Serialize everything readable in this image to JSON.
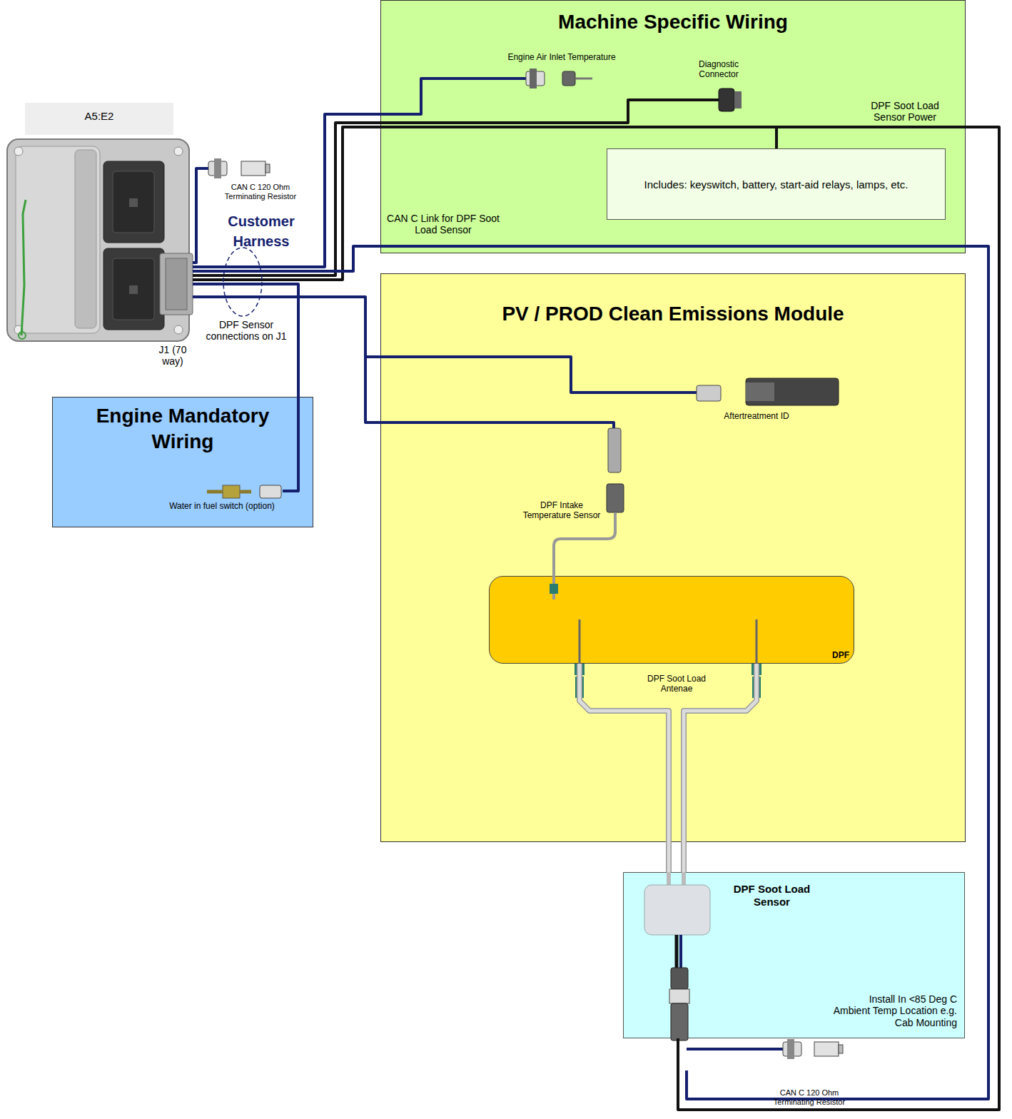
{
  "diagram": {
    "nodes": [
      {
        "text": [
          "A5:E2"
        ]
      },
      {
        "text": [
          "Machine Specific Wiring"
        ]
      },
      {
        "text": [
          "Includes: keyswitch, battery, start-aid relays, lamps, etc."
        ],
        "in": 1
      },
      {
        "text": [
          "PV / PROD Clean Emissions Module"
        ]
      },
      {
        "text": [
          "DPF"
        ],
        "in": 3
      },
      {
        "text": [
          "Engine Mandatory Wiring"
        ]
      },
      {
        "text": [
          "DPF Soot Load Sensor",
          "Install In <85 Deg C Ambient Temp Location e.g. Cab Mounting"
        ]
      }
    ],
    "edges": [
      {
        "from": 2,
        "to": 6,
        "arrow": "none",
        "label": "DPF Soot Load Sensor Power"
      },
      {
        "from": 4,
        "to": 6,
        "arrow": "none"
      },
      {
        "from": 4,
        "to": 6,
        "arrow": "none"
      }
    ],
    "labels": [
      "Engine Air Inlet Temperature",
      "Diagnostic Connector",
      "CAN C 120 Ohm Terminating Resistor",
      "Customer Harness",
      "CAN C Link for DPF Soot Load Sensor",
      "DPF Sensor connections on J1",
      "J1 (70 way)",
      "Water in fuel switch (option)",
      "Aftertreatment ID",
      "DPF Intake Temperature Sensor",
      "DPF Soot Load Antenae",
      "CAN C 120 Ohm Terminating Resistor"
    ]
  }
}
